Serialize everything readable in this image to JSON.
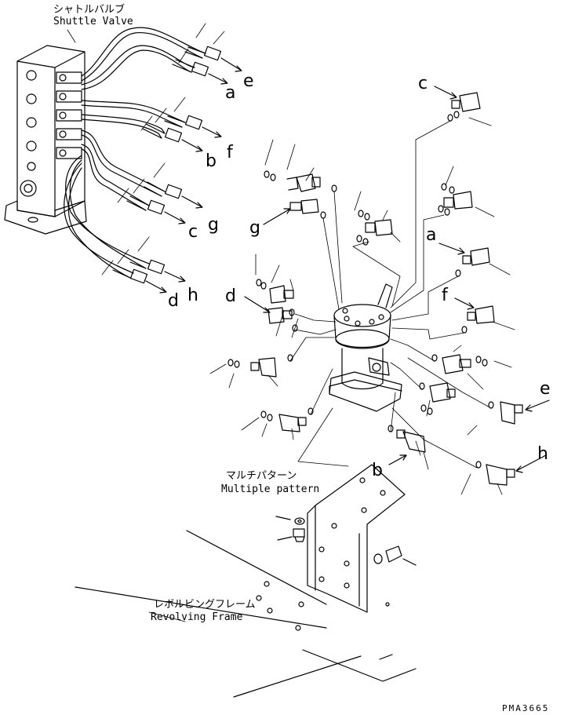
{
  "labels": {
    "shuttle_valve_jp": "シャトルバルブ",
    "shuttle_valve_en": "Shuttle Valve",
    "multiple_pattern_jp": "マルチパターン",
    "multiple_pattern_en": "Multiple pattern",
    "revolving_frame_jp": "レボルビングフレーム",
    "revolving_frame_en": "Revolving Frame"
  },
  "connection_letters": {
    "hose_a": "a",
    "hose_e": "e",
    "hose_b": "b",
    "hose_f": "f",
    "hose_c": "c",
    "hose_g": "g",
    "hose_d": "d",
    "hose_h": "h",
    "port_c": "c",
    "port_g": "g",
    "port_a": "a",
    "port_d": "d",
    "port_f": "f",
    "port_e": "e",
    "port_b": "b",
    "port_h": "h"
  },
  "drawing_code": "PMA3665"
}
